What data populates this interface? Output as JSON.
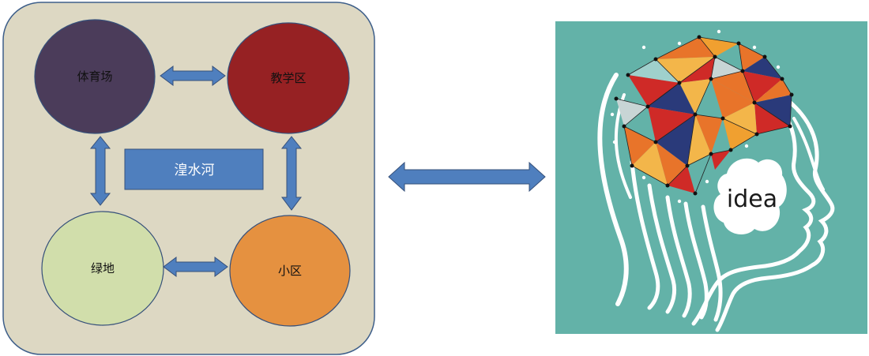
{
  "campus_map": {
    "river": "湟水河",
    "nodes": {
      "stadium": "体育场",
      "teaching_area": "教学区",
      "green_space": "绿地",
      "residential": "小区"
    }
  },
  "illustration": {
    "bubble_text": "idea",
    "icon": "polygon-brain-head-icon"
  },
  "colors": {
    "panel_bg": "#ddd8c3",
    "panel_border": "#3e5f8a",
    "stadium": "#4b3c5a",
    "teaching_area": "#962123",
    "green_space": "#d1deab",
    "residential": "#e59140",
    "river": "#4f7fbe",
    "arrow": "#4f7fbe",
    "illustration_bg": "#63b2a8"
  }
}
